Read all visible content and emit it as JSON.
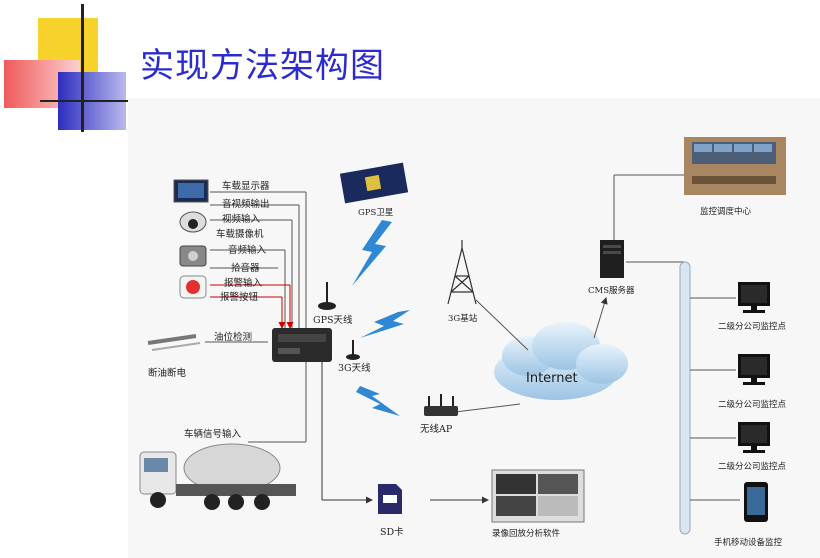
{
  "slide": {
    "title": "实现方法架构图"
  },
  "diagram": {
    "inputs": {
      "display": "车载显示器",
      "av_out": "音视频输出",
      "video_in": "视频输入",
      "camera": "车载摄像机",
      "audio_in": "音频输入",
      "pickup": "拾音器",
      "alarm_in": "报警输入",
      "alarm_btn": "报警按钮",
      "oil_detect": "油位检测",
      "oil_cut": "断油断电",
      "vehicle_in": "车辆信号输入"
    },
    "network": {
      "gps_sat": "GPS卫星",
      "gps_ant": "GPS天线",
      "ant_3g": "3G天线",
      "base_3g": "3G基站",
      "internet": "Internet",
      "wifi_ap": "无线AP",
      "cms_server": "CMS服务器",
      "sd_card": "SD卡",
      "playback": "录像回放分析软件"
    },
    "clients": {
      "center": "监控调度中心",
      "branch1": "二级分公司监控点",
      "branch2": "二级分公司监控点",
      "branch3": "二级分公司监控点",
      "mobile": "手机移动设备监控"
    }
  }
}
